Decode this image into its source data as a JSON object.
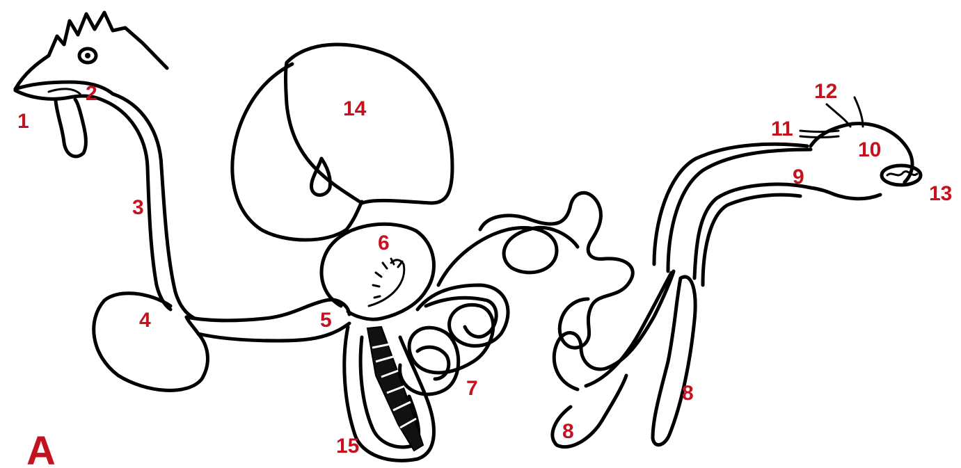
{
  "panel_label": "A",
  "labels": [
    "1",
    "2",
    "3",
    "4",
    "5",
    "6",
    "7",
    "8",
    "8",
    "9",
    "10",
    "11",
    "12",
    "13",
    "14",
    "15"
  ]
}
